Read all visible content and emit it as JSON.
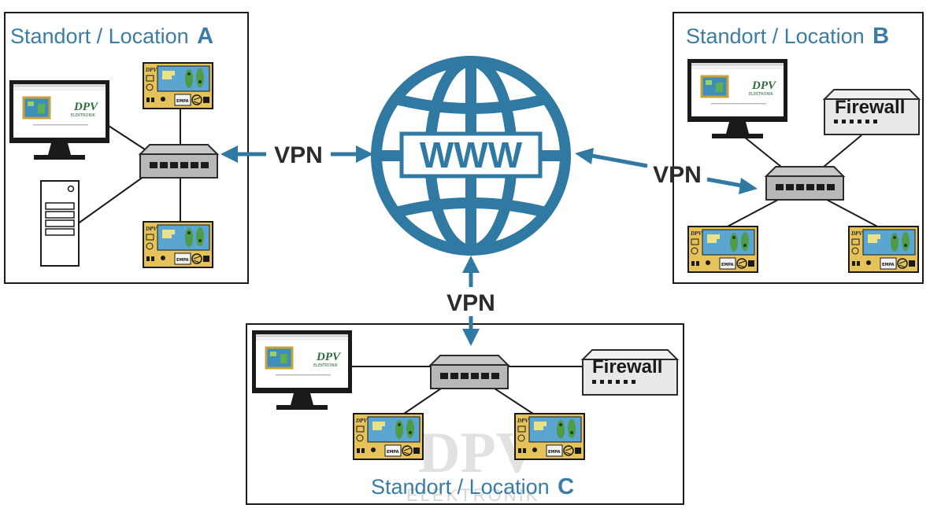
{
  "locations": {
    "a": {
      "label": "Standort / Location",
      "letter": "A"
    },
    "b": {
      "label": "Standort / Location",
      "letter": "B"
    },
    "c": {
      "label": "Standort / Location",
      "letter": "C"
    }
  },
  "vpn_labels": {
    "left": "VPN",
    "right": "VPN",
    "bottom": "VPN"
  },
  "internet": {
    "label": "WWW"
  },
  "firewalls": {
    "b": "Firewall",
    "c": "Firewall"
  },
  "watermark": {
    "brand": "DPV",
    "sub": "ELEKTRONIK"
  },
  "device_screen": {
    "logo": "DPV",
    "logo_sub": "ELEKTRONIK"
  },
  "colors": {
    "accent": "#3a7ca5",
    "globe": "#2f79a3",
    "panel": "#e5c25a",
    "line": "#1a1a1a"
  }
}
